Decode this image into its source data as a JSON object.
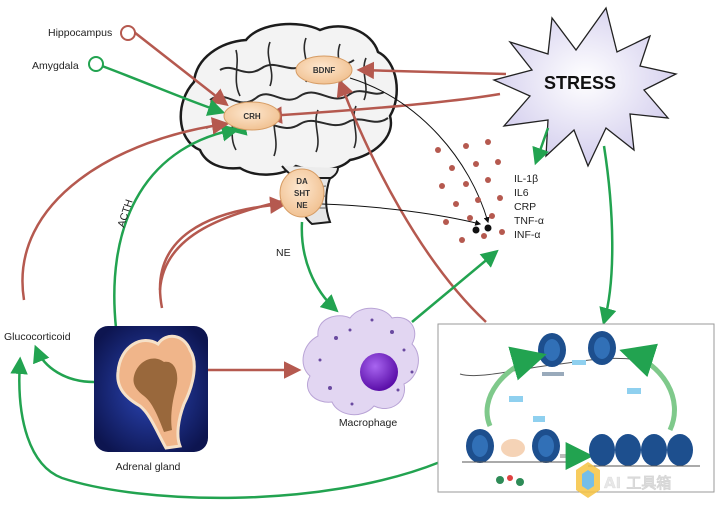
{
  "colors": {
    "red_arrow": "#b5594f",
    "green_arrow": "#22a350",
    "node_fill": "#f7d2aa",
    "stress_fill": "#dcd9f2",
    "adrenal_bg": "#1b2a7a",
    "macrophage_body": "#d9c9ee",
    "nucleus": "#7a1fc9"
  },
  "inputs": {
    "hippocampus": "Hippocampus",
    "amygdala": "Amygdala"
  },
  "brain": {
    "nodes": {
      "bdnf": "BDNF",
      "crh": "CRH",
      "da": "DA",
      "sht": "SHT",
      "ne": "NE"
    },
    "icon": "brain-icon"
  },
  "stress": {
    "label": "STRESS",
    "icon": "starburst-icon"
  },
  "cytokines": [
    "IL-1β",
    "IL6",
    "CRP",
    "TNF-α",
    "INF-α"
  ],
  "labels": {
    "acth": "ACTH",
    "ne": "NE",
    "glucocorticoid": "Glucocorticoid",
    "adrenal_gland": "Adrenal gland",
    "macrophage": "Macrophage"
  },
  "epigenetics_panel": {
    "icon": "chromatin-icon",
    "watermark": "AI 工具箱"
  }
}
